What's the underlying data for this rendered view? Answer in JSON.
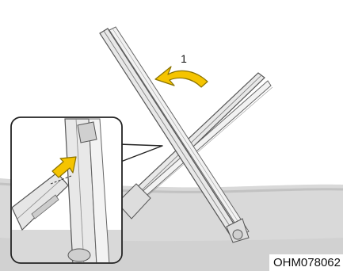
{
  "figure": {
    "step_number": "1",
    "figure_code": "OHM078062",
    "icons": [
      "wiper-arm-raised",
      "wiper-arm-lowered",
      "rotate-arrow-icon",
      "push-arrow-icon",
      "detail-inset",
      "rear-window-glass"
    ]
  },
  "colors": {
    "background": "#ffffff",
    "glass": "#d9d9d9",
    "glass_shadow": "#b8b8b8",
    "wiper_fill": "#e8e8e8",
    "wiper_stroke": "#555555",
    "arrow": "#f5c400",
    "arrow_stroke": "#8a7200",
    "text": "#111111"
  }
}
